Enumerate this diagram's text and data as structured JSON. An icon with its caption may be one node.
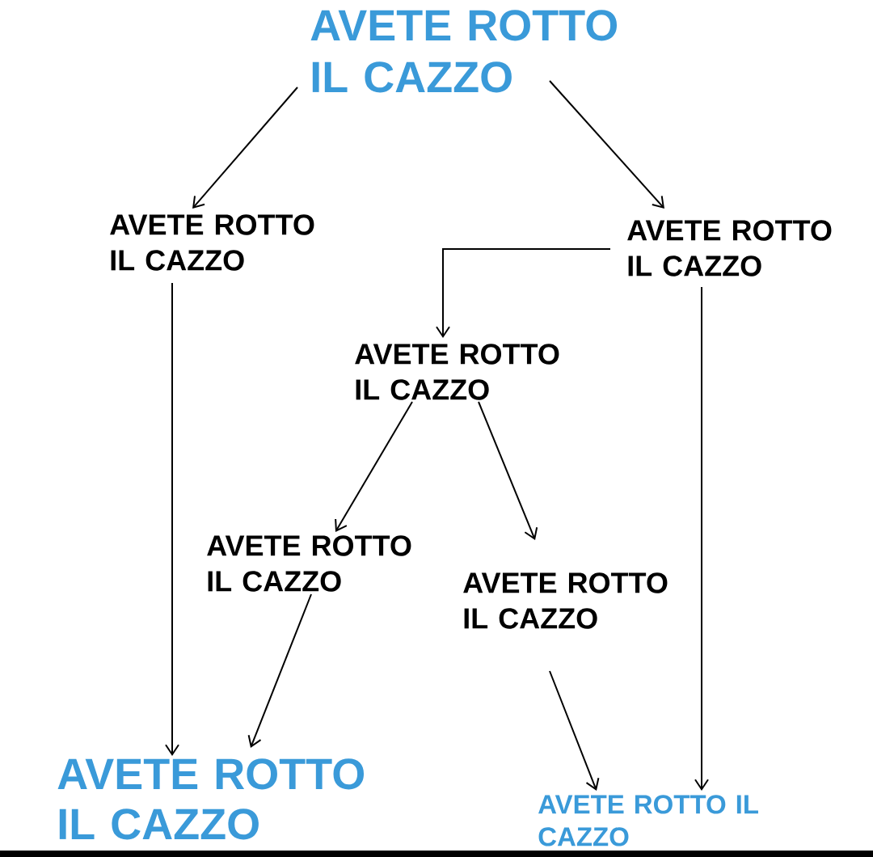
{
  "diagram": {
    "nodes": [
      {
        "text": [
          "AVETE ROTTO IL CAZZO"
        ]
      },
      {
        "text": [
          "AVETE ROTTO IL CAZZO"
        ]
      },
      {
        "text": [
          "AVETE ROTTO IL CAZZO"
        ]
      },
      {
        "text": [
          "AVETE ROTTO IL CAZZO"
        ]
      },
      {
        "text": [
          "AVETE ROTTO IL CAZZO"
        ]
      },
      {
        "text": [
          "AVETE ROTTO IL CAZZO"
        ]
      },
      {
        "text": [
          "AVETE ROTTO IL CAZZO"
        ]
      },
      {
        "text": [
          "AVETE ROTTO IL CAZZO"
        ]
      }
    ],
    "edges": [
      {
        "from": 0,
        "to": 1,
        "arrow": "to"
      },
      {
        "from": 0,
        "to": 2,
        "arrow": "to"
      },
      {
        "from": 2,
        "to": 3,
        "arrow": "to"
      },
      {
        "from": 3,
        "to": 4,
        "arrow": "to"
      },
      {
        "from": 3,
        "to": 5,
        "arrow": "to"
      },
      {
        "from": 1,
        "to": 6,
        "arrow": "to"
      },
      {
        "from": 4,
        "to": 6,
        "arrow": "to"
      },
      {
        "from": 5,
        "to": 7,
        "arrow": "to"
      },
      {
        "from": 2,
        "to": 7,
        "arrow": "to"
      }
    ]
  }
}
